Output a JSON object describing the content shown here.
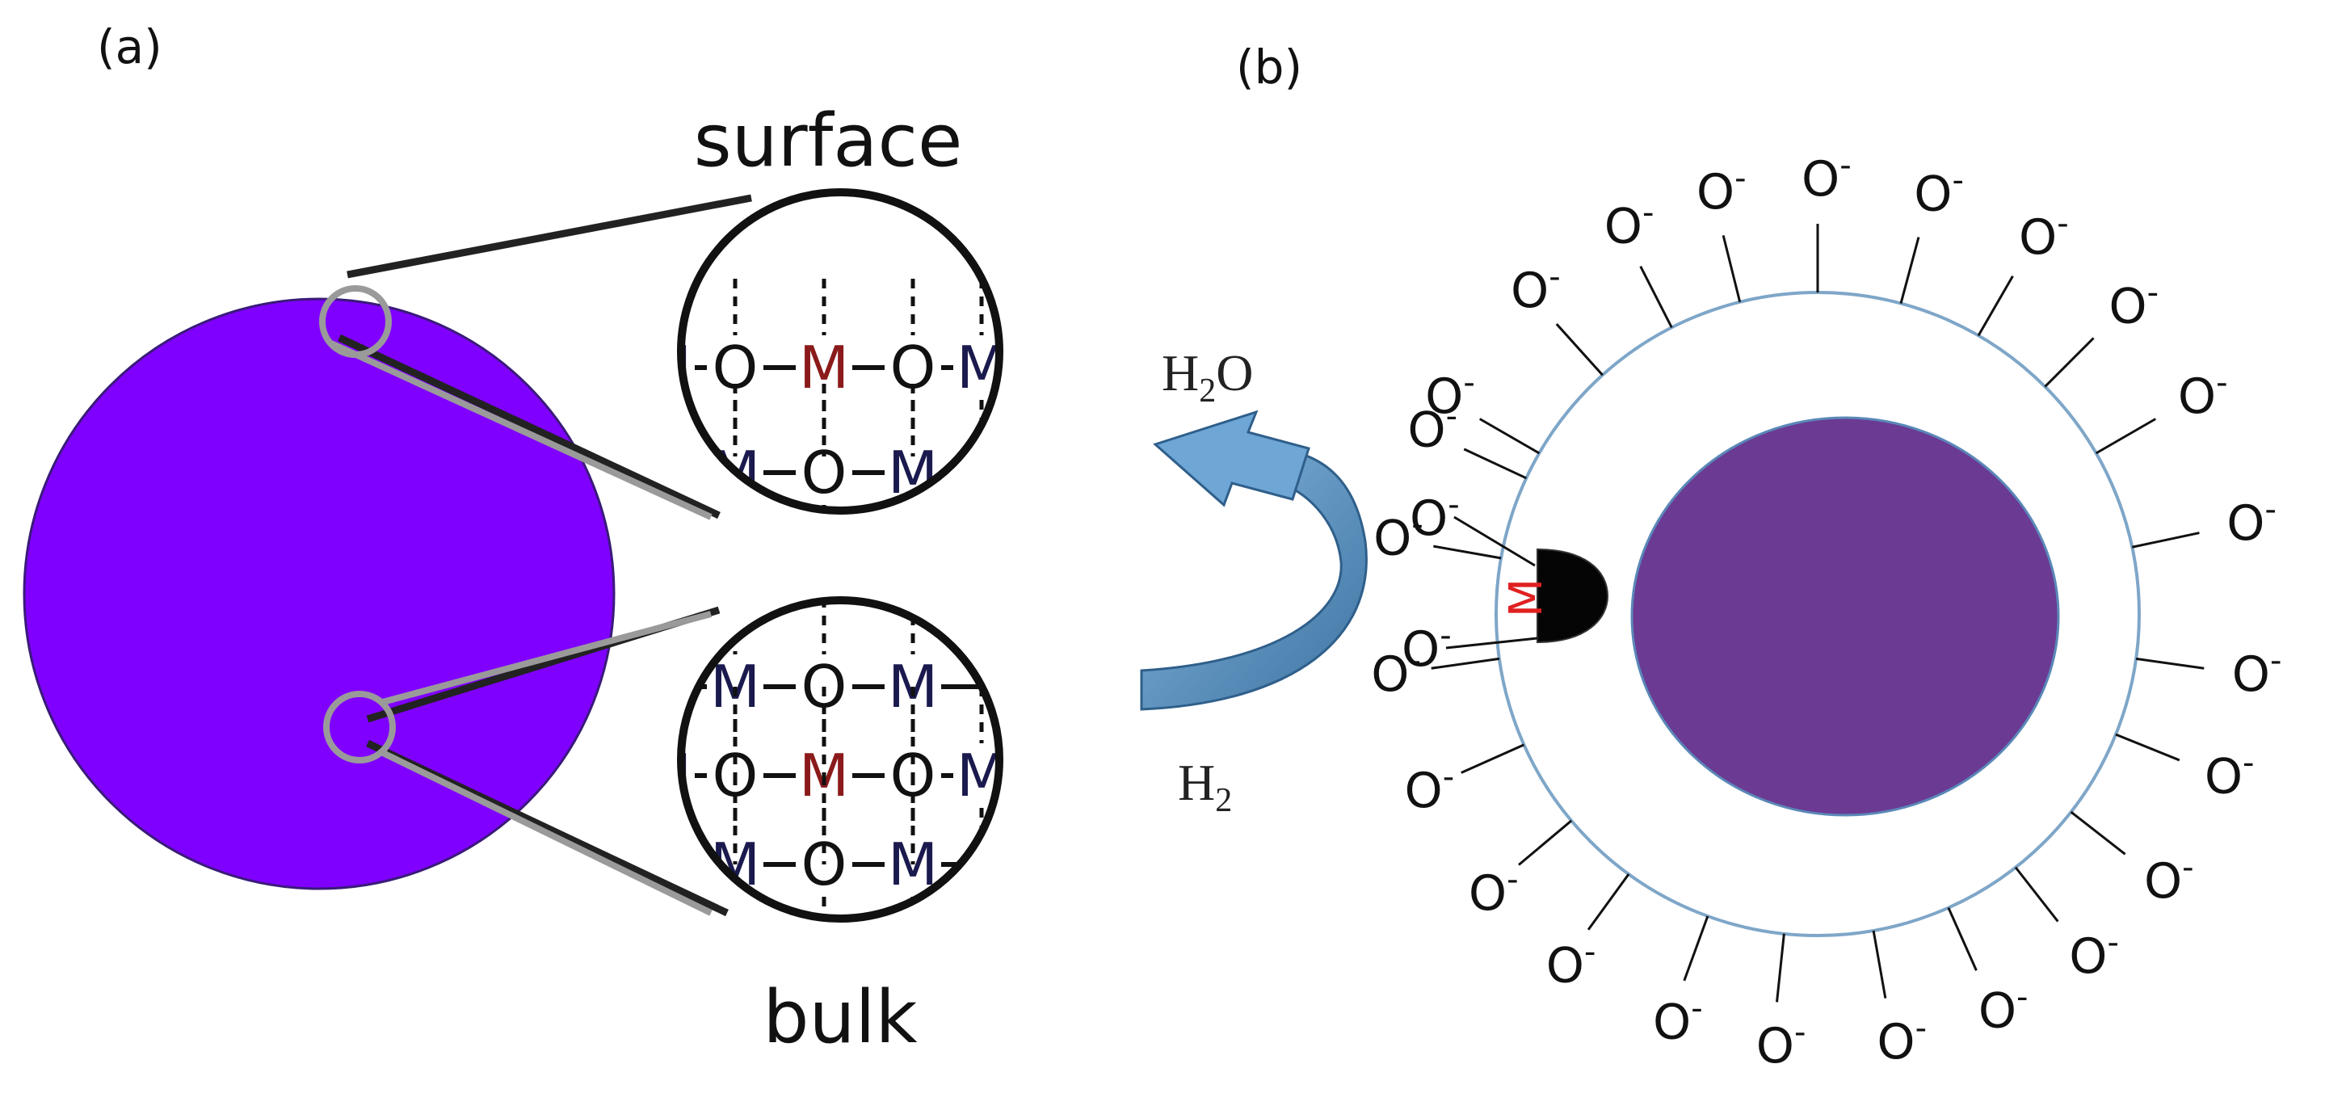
{
  "panels": {
    "a": {
      "label": "(a)",
      "surface_label": "surface",
      "bulk_label": "bulk",
      "surface_rows": [
        {
          "left": "M",
          "items": [
            "O",
            "M",
            "O"
          ],
          "right": "M"
        },
        {
          "items": [
            "M",
            "O",
            "M"
          ]
        }
      ],
      "bulk_rows": [
        {
          "items": [
            "M",
            "O",
            "M"
          ]
        },
        {
          "left": "M",
          "items": [
            "O",
            "M",
            "O"
          ],
          "right": "M"
        },
        {
          "items": [
            "M",
            "O",
            "M"
          ]
        }
      ]
    },
    "b": {
      "label": "(b)",
      "h2o_label": "H",
      "h2o_sub": "2",
      "h2o_tail": "O",
      "h2_label": "H",
      "h2_sub": "2",
      "metal_label": "M",
      "ion_label": "O",
      "ion_charge": "-"
    }
  },
  "colors": {
    "particle_a": "#8000ff",
    "particle_b": "#6b3a93",
    "shell_outline": "#7ea6c8",
    "arrow_light": "#7aaed8",
    "arrow_dark": "#3f74a2",
    "metal_highlight": "#8b1a1a",
    "metal_normal": "#1a1a4e",
    "metal_site_text": "#e02020",
    "lens_strap": "#999999"
  }
}
